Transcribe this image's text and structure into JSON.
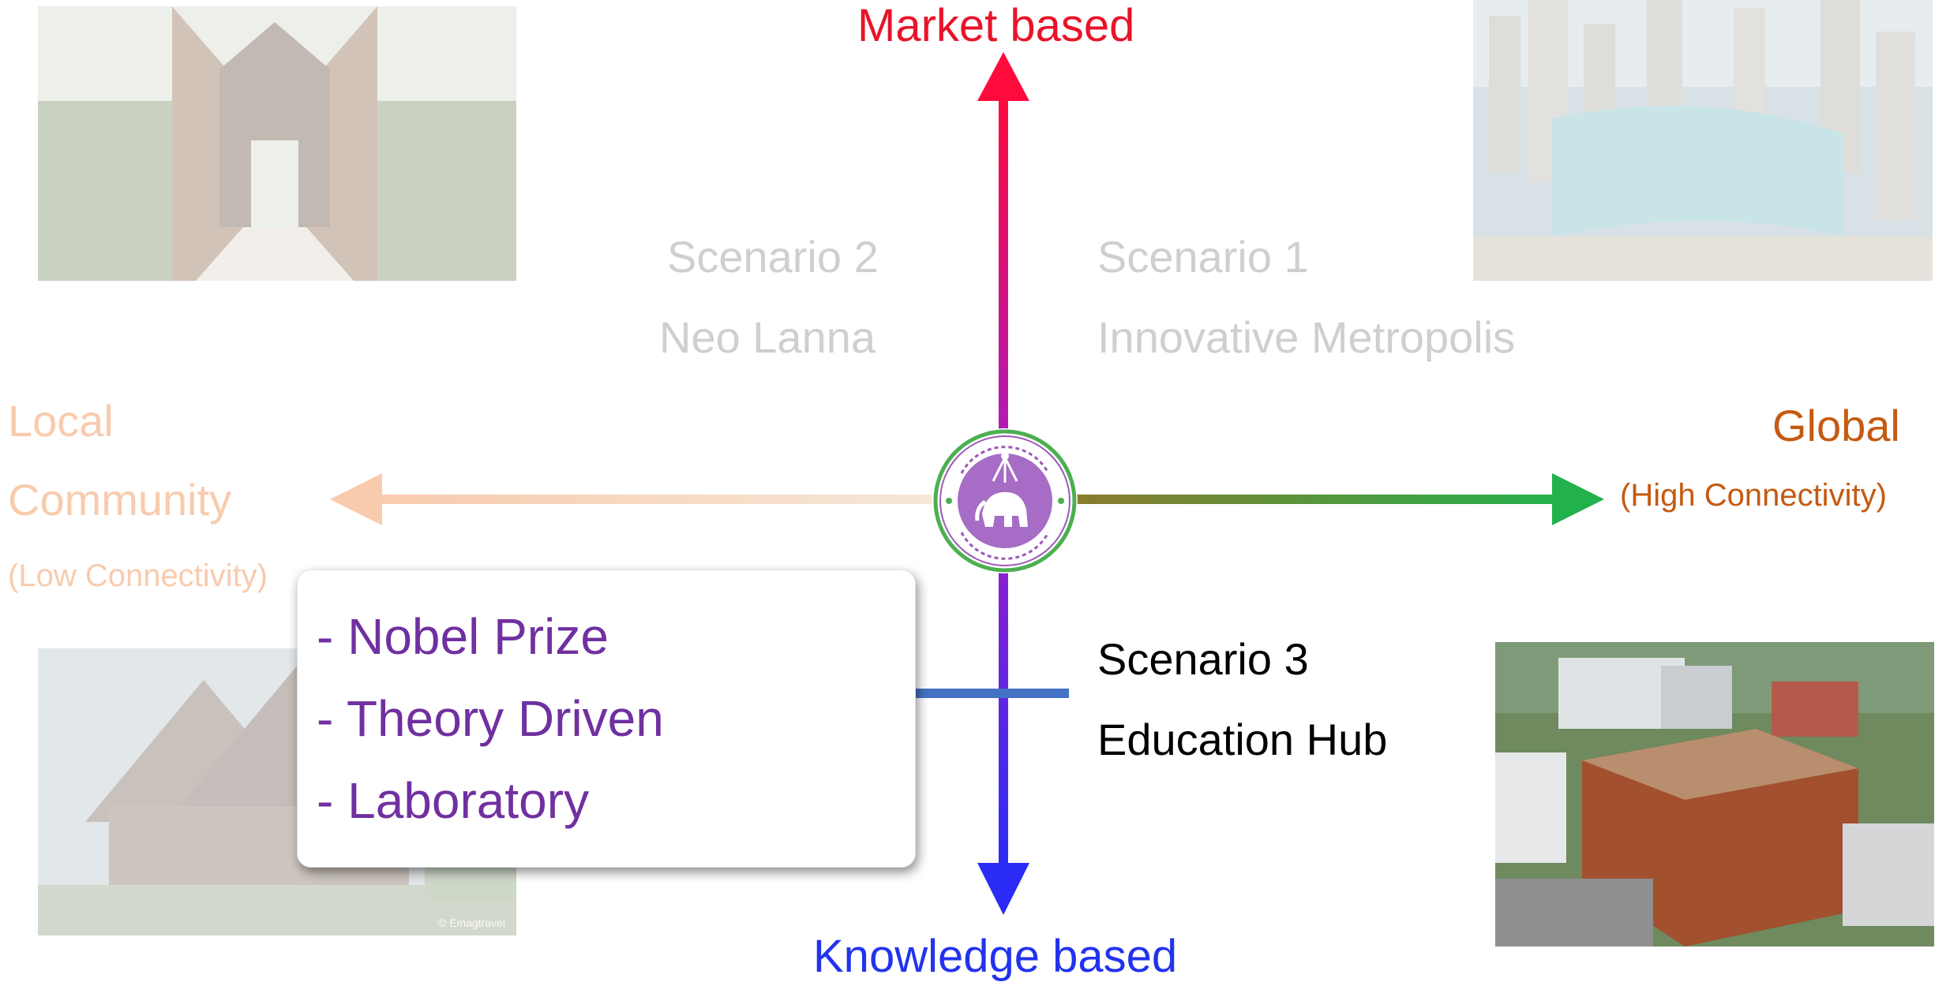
{
  "axes": {
    "top_label": "Market based",
    "bottom_label": "Knowledge based",
    "right_label": "Global",
    "right_sublabel": "(High Connectivity)",
    "left_label_line1": "Local",
    "left_label_line2": "Community",
    "left_sublabel": "(Low Connectivity)"
  },
  "scenarios": {
    "scenario1": {
      "title": "Scenario 1",
      "name": "Innovative Metropolis"
    },
    "scenario2": {
      "title": "Scenario 2",
      "name": "Neo Lanna"
    },
    "scenario3": {
      "title": "Scenario 3",
      "name": "Education Hub"
    }
  },
  "box": {
    "items": [
      "- Nobel Prize",
      "- Theory Driven",
      "- Laboratory"
    ]
  },
  "photos": {
    "bottom_left_credit": "© Emagtravel"
  },
  "colors": {
    "market": "#e8142a",
    "knowledge": "#2233ee",
    "global": "#c55a11",
    "local": "#f8cbad",
    "right_arrow_end": "#22b14c",
    "box_text": "#7030a0",
    "scenario3_arrow": "#4472c4",
    "seal_purple": "#9b59b6",
    "seal_green": "#4caf50"
  }
}
